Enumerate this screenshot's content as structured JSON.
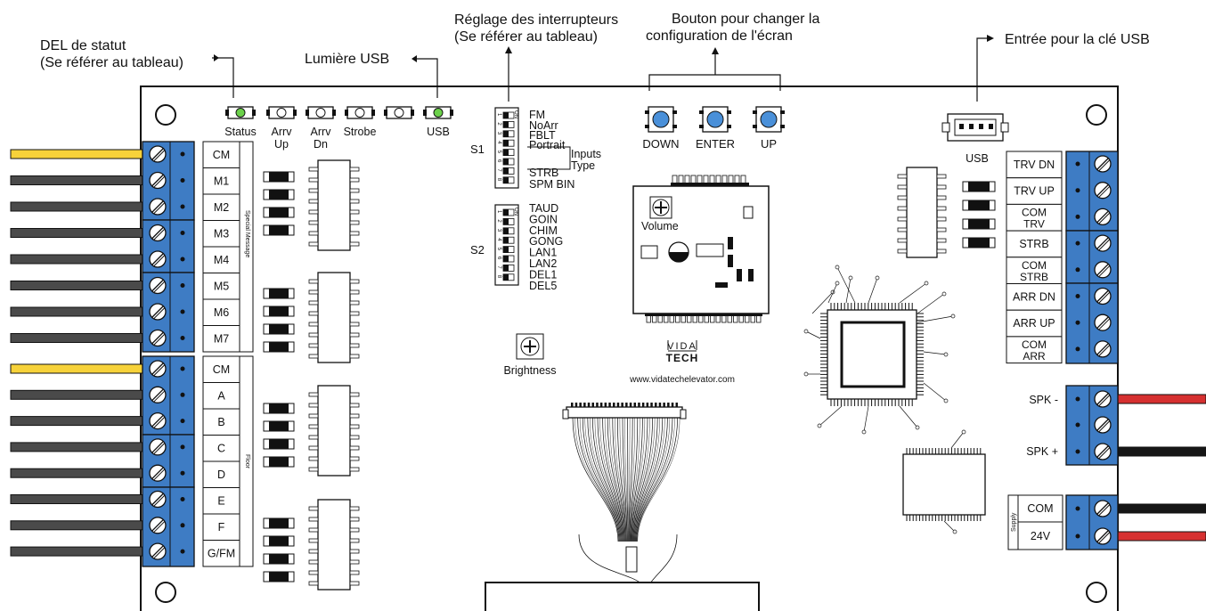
{
  "callouts": {
    "status_led": [
      "DEL de statut",
      "(Se référer au tableau)"
    ],
    "usb_light": "Lumière USB",
    "switch_setting": [
      "Réglage des interrupteurs",
      "(Se référer au tableau)"
    ],
    "screen_button": [
      "Bouton pour changer la",
      "configuration de l'écran"
    ],
    "usb_input": "Entrée pour la clé USB"
  },
  "leds": {
    "status": "Status",
    "arrv_up": [
      "Arrv",
      "Up"
    ],
    "arrv_dn": [
      "Arrv",
      "Dn"
    ],
    "strobe": "Strobe",
    "usb": "USB"
  },
  "switch_banks": {
    "s1": {
      "label": "S1",
      "on": "ON",
      "numbers": [
        "1",
        "2",
        "3",
        "4",
        "5",
        "6",
        "7",
        "8"
      ],
      "options": [
        "FM",
        "NoArr",
        "FBLT",
        "Portrait",
        "STRB",
        "SPM BIN"
      ],
      "group_label": [
        "Inputs",
        "Type"
      ]
    },
    "s2": {
      "label": "S2",
      "on": "ON",
      "numbers": [
        "1",
        "2",
        "3",
        "4",
        "5",
        "6",
        "7",
        "8"
      ],
      "options": [
        "TAUD",
        "GOIN",
        "CHIM",
        "GONG",
        "LAN1",
        "LAN2",
        "DEL1",
        "DEL5"
      ]
    }
  },
  "buttons": {
    "down": "DOWN",
    "enter": "ENTER",
    "up": "UP"
  },
  "volume": "Volume",
  "brightness": "Brightness",
  "logo": {
    "line1": "VIDA",
    "line2": "TECH"
  },
  "website": "www.vidatechelevator.com",
  "usb_port": "USB",
  "left_terminals": {
    "special_message": [
      "CM",
      "M1",
      "M2",
      "M3",
      "M4",
      "M5",
      "M6",
      "M7"
    ],
    "special_message_label": "Special Message",
    "floor": [
      "CM",
      "A",
      "B",
      "C",
      "D",
      "E",
      "F",
      "G/FM"
    ],
    "floor_label": "Floor"
  },
  "right_terminals": [
    [
      "TRV DN"
    ],
    [
      "TRV UP"
    ],
    [
      "COM",
      "TRV"
    ],
    [
      "STRB"
    ],
    [
      "COM",
      "STRB"
    ],
    [
      "ARR DN"
    ],
    [
      "ARR UP"
    ],
    [
      "COM",
      "ARR"
    ]
  ],
  "speaker": {
    "minus": "SPK -",
    "plus": "SPK +"
  },
  "supply": {
    "com": "COM",
    "v24": "24V",
    "label": "Supply"
  },
  "colors": {
    "terminal_blue": "#3e7cc4",
    "button_blue": "#4a90d9",
    "led_green": "#6bd14a",
    "wire_yellow": "#f7d23a",
    "wire_gray": "#4a4a4a",
    "wire_red": "#d63030",
    "wire_black": "#161616"
  }
}
